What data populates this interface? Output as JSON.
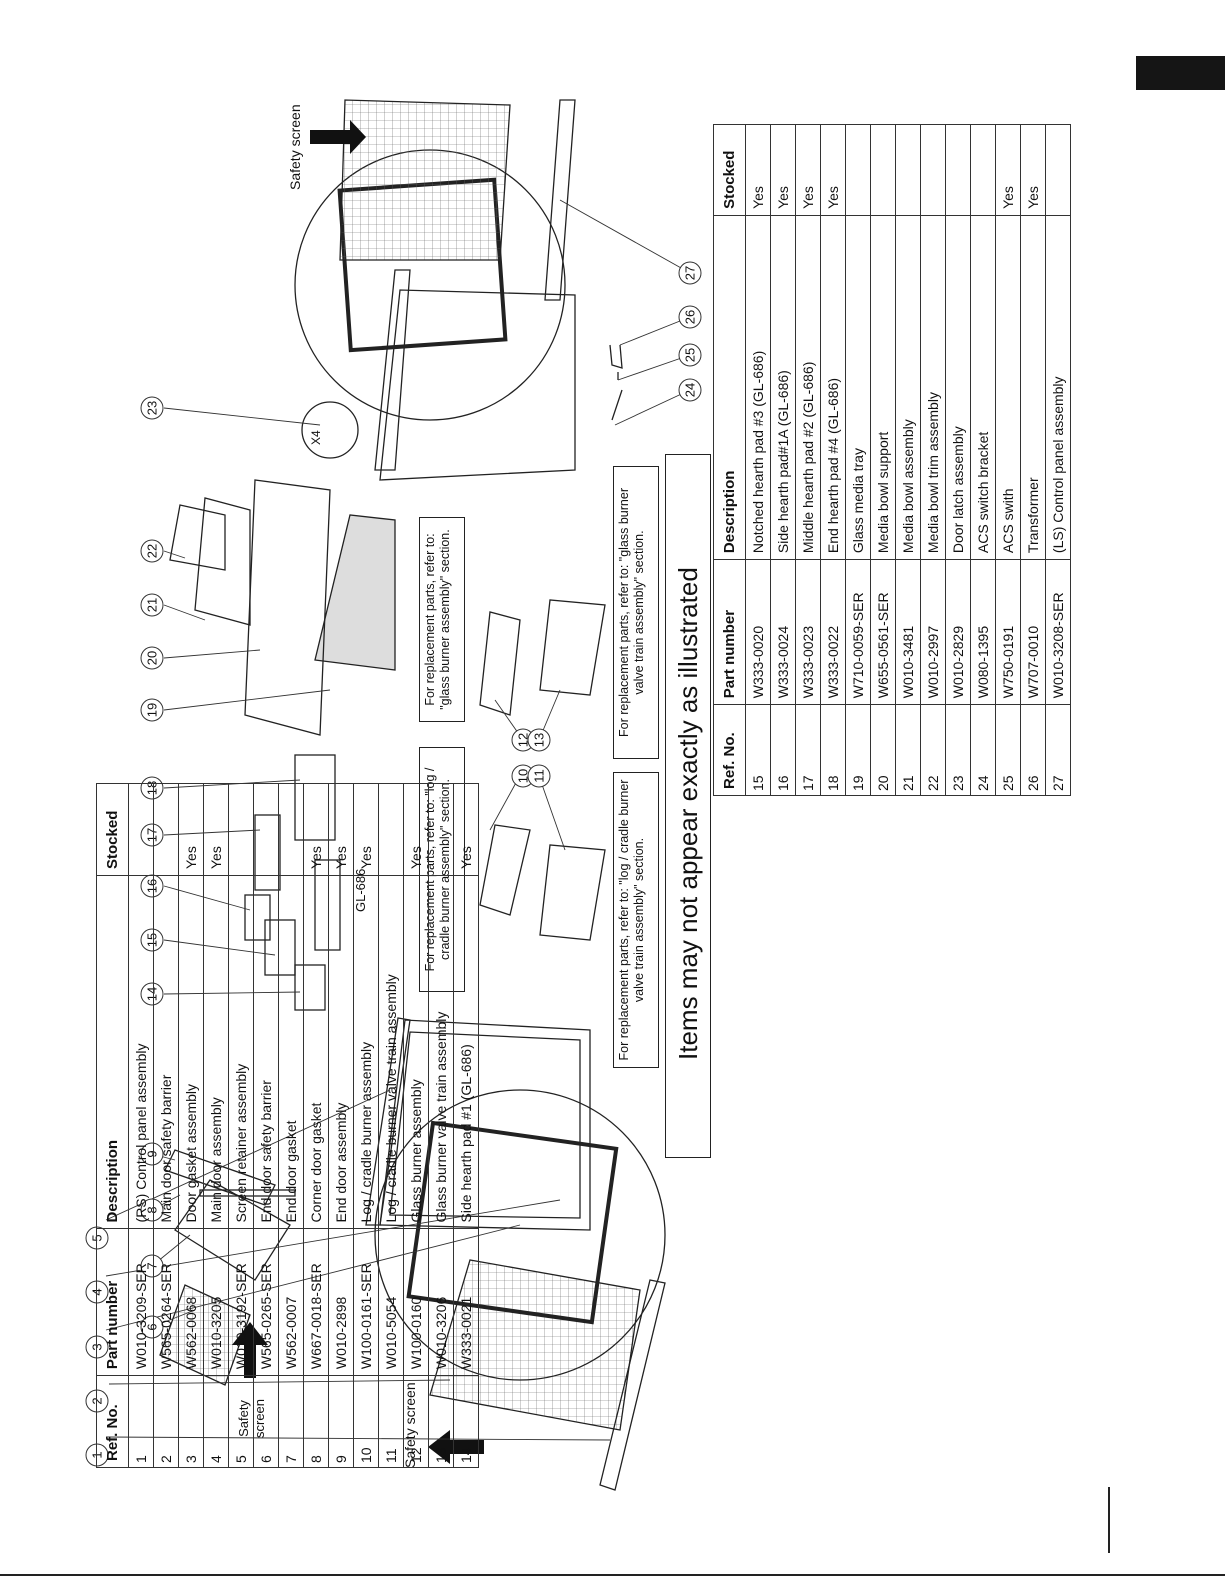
{
  "left_table": {
    "headers": [
      "Ref. No.",
      "Part number",
      "Description",
      "Stocked"
    ],
    "rows": [
      [
        "1",
        "W010-3209-SER",
        "(RS) Control panel assembly",
        ""
      ],
      [
        "2",
        "W565-0264-SER",
        "Main door safety barrier",
        ""
      ],
      [
        "3",
        "W562-0068",
        "Door gasket assembly",
        "Yes"
      ],
      [
        "4",
        "W010-3205",
        "Main door assembly",
        "Yes"
      ],
      [
        "5",
        "W010-3192-SER",
        "Screen retainer assembly",
        ""
      ],
      [
        "6",
        "W565-0265-SER",
        "End door safety barrier",
        ""
      ],
      [
        "7",
        "W562-0007",
        "End door gasket",
        ""
      ],
      [
        "8",
        "W667-0018-SER",
        "Corner door gasket",
        "Yes"
      ],
      [
        "9",
        "W010-2898",
        "End door assembly",
        "Yes"
      ],
      [
        "10",
        "W100-0161-SER",
        "Log / cradle burner assembly",
        "Yes"
      ],
      [
        "11",
        "W010-5054",
        "Log / cradle burner valve train assembly",
        ""
      ],
      [
        "12",
        "W100-0160",
        "Glass burner assembly",
        "Yes"
      ],
      [
        "13",
        "W010-3206",
        "Glass burner valve train assembly",
        ""
      ],
      [
        "14",
        "W333-0021",
        "Side hearth pad #1 (GL-686)",
        "Yes"
      ]
    ]
  },
  "right_table": {
    "headers": [
      "Ref. No.",
      "Part number",
      "Description",
      "Stocked"
    ],
    "rows": [
      [
        "15",
        "W333-0020",
        "Notched hearth pad #3 (GL-686)",
        "Yes"
      ],
      [
        "16",
        "W333-0024",
        "Side hearth pad#1A (GL-686)",
        "Yes"
      ],
      [
        "17",
        "W333-0023",
        "Middle hearth pad #2 (GL-686)",
        "Yes"
      ],
      [
        "18",
        "W333-0022",
        "End hearth pad #4 (GL-686)",
        "Yes"
      ],
      [
        "19",
        "W710-0059-SER",
        "Glass media tray",
        ""
      ],
      [
        "20",
        "W655-0561-SER",
        "Media bowl support",
        ""
      ],
      [
        "21",
        "W010-3481",
        "Media bowl assembly",
        ""
      ],
      [
        "22",
        "W010-2997",
        "Media bowl trim assembly",
        ""
      ],
      [
        "23",
        "W010-2829",
        "Door latch assembly",
        ""
      ],
      [
        "24",
        "W080-1395",
        "ACS switch bracket",
        ""
      ],
      [
        "25",
        "W750-0191",
        "ACS swith",
        "Yes"
      ],
      [
        "26",
        "W707-0010",
        "Transformer",
        "Yes"
      ],
      [
        "27",
        "W010-3208-SER",
        "(LS) Control panel assembly",
        ""
      ]
    ]
  },
  "diagram": {
    "caption": "Items may not appear exactly as illustrated",
    "safety_screen_left": "Safety screen",
    "safety_screen_top": "Safety screen",
    "safety_screen_small_line1": "Safety",
    "safety_screen_small_line2": "screen",
    "model_label": "GL-686",
    "qty_label": "X4",
    "notes": {
      "log_burner": "For replacement parts, refer to: \"log / cradle burner assembly\" section.",
      "log_valve": "For replacement parts, refer to: \"log / cradle burner valve train assembly\" section.",
      "glass_burner": "For replacement parts, refer to: \"glass burner assembly\" section.",
      "glass_valve": "For replacement parts, refer to: \"glass burner valve train assembly\" section."
    },
    "callouts": [
      "1",
      "2",
      "3",
      "4",
      "5",
      "6",
      "7",
      "8",
      "9",
      "10",
      "11",
      "12",
      "13",
      "14",
      "15",
      "16",
      "17",
      "18",
      "19",
      "20",
      "21",
      "22",
      "23",
      "24",
      "25",
      "26",
      "27"
    ]
  }
}
